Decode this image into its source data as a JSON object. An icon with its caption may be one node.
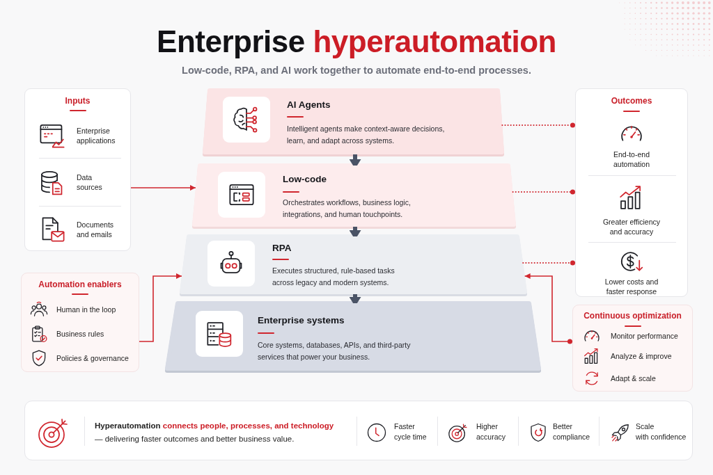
{
  "diagram": {
    "title": "Enterprise hyperautomation",
    "nodes": [
      {
        "text": [
          "Inputs",
          "Enterprise applications",
          "Data sources",
          "Documents and emails"
        ]
      },
      {
        "text": [
          "AI Agents",
          "Intelligent agents make context-aware decisions, learn, and adapt across systems."
        ]
      },
      {
        "text": [
          "Outcomes",
          "End-to-end automation",
          "Greater efficiency and accuracy",
          "Lower costs and faster response"
        ]
      },
      {
        "text": [
          "Low-code",
          "Orchestrates workflows, business logic, integrations, and human touchpoints."
        ]
      },
      {
        "text": [
          "RPA",
          "Executes structured, rule-based tasks across legacy and modern systems."
        ]
      },
      {
        "text": [
          "Automation enablers",
          "Human in the loop",
          "Business rules",
          "Policies & governance"
        ]
      },
      {
        "text": [
          "Enterprise systems",
          "Core systems, databases, APIs, and third-party services that power your business."
        ]
      },
      {
        "text": [
          "Continuous optimization",
          "Monitor performance",
          "Analyze & improve",
          "Adapt & scale"
        ]
      },
      {
        "text": [
          "**Hyperautomation connects people, processes, and technology** — delivering faster outcomes and better business value.",
          "Faster cycle time",
          "Higher accuracy",
          "Better compliance",
          "Scale with confidence"
        ]
      }
    ],
    "edges": [
      {
        "from": 0,
        "to": 3,
        "arrow": "to"
      },
      {
        "from": 1,
        "to": 3,
        "arrow": "to",
        "style": "thick",
        "color": "#4a5366"
      },
      {
        "from": 3,
        "to": 4,
        "arrow": "to",
        "style": "thick",
        "color": "#4a5366"
      },
      {
        "from": 4,
        "to": 6,
        "arrow": "to",
        "style": "thick",
        "color": "#4a5366"
      },
      {
        "from": 1,
        "to": 2,
        "arrow": "other",
        "style": "dashed"
      },
      {
        "from": 3,
        "to": 2,
        "arrow": "other",
        "style": "dashed"
      },
      {
        "from": 4,
        "to": 2,
        "arrow": "other",
        "style": "dashed"
      },
      {
        "from": 5,
        "to": 4,
        "arrow": "to"
      },
      {
        "from": 7,
        "to": 4,
        "arrow": "to"
      }
    ],
    "labels": [
      "Low-code, RPA, and AI work together to automate end-to-end processes."
    ]
  }
}
